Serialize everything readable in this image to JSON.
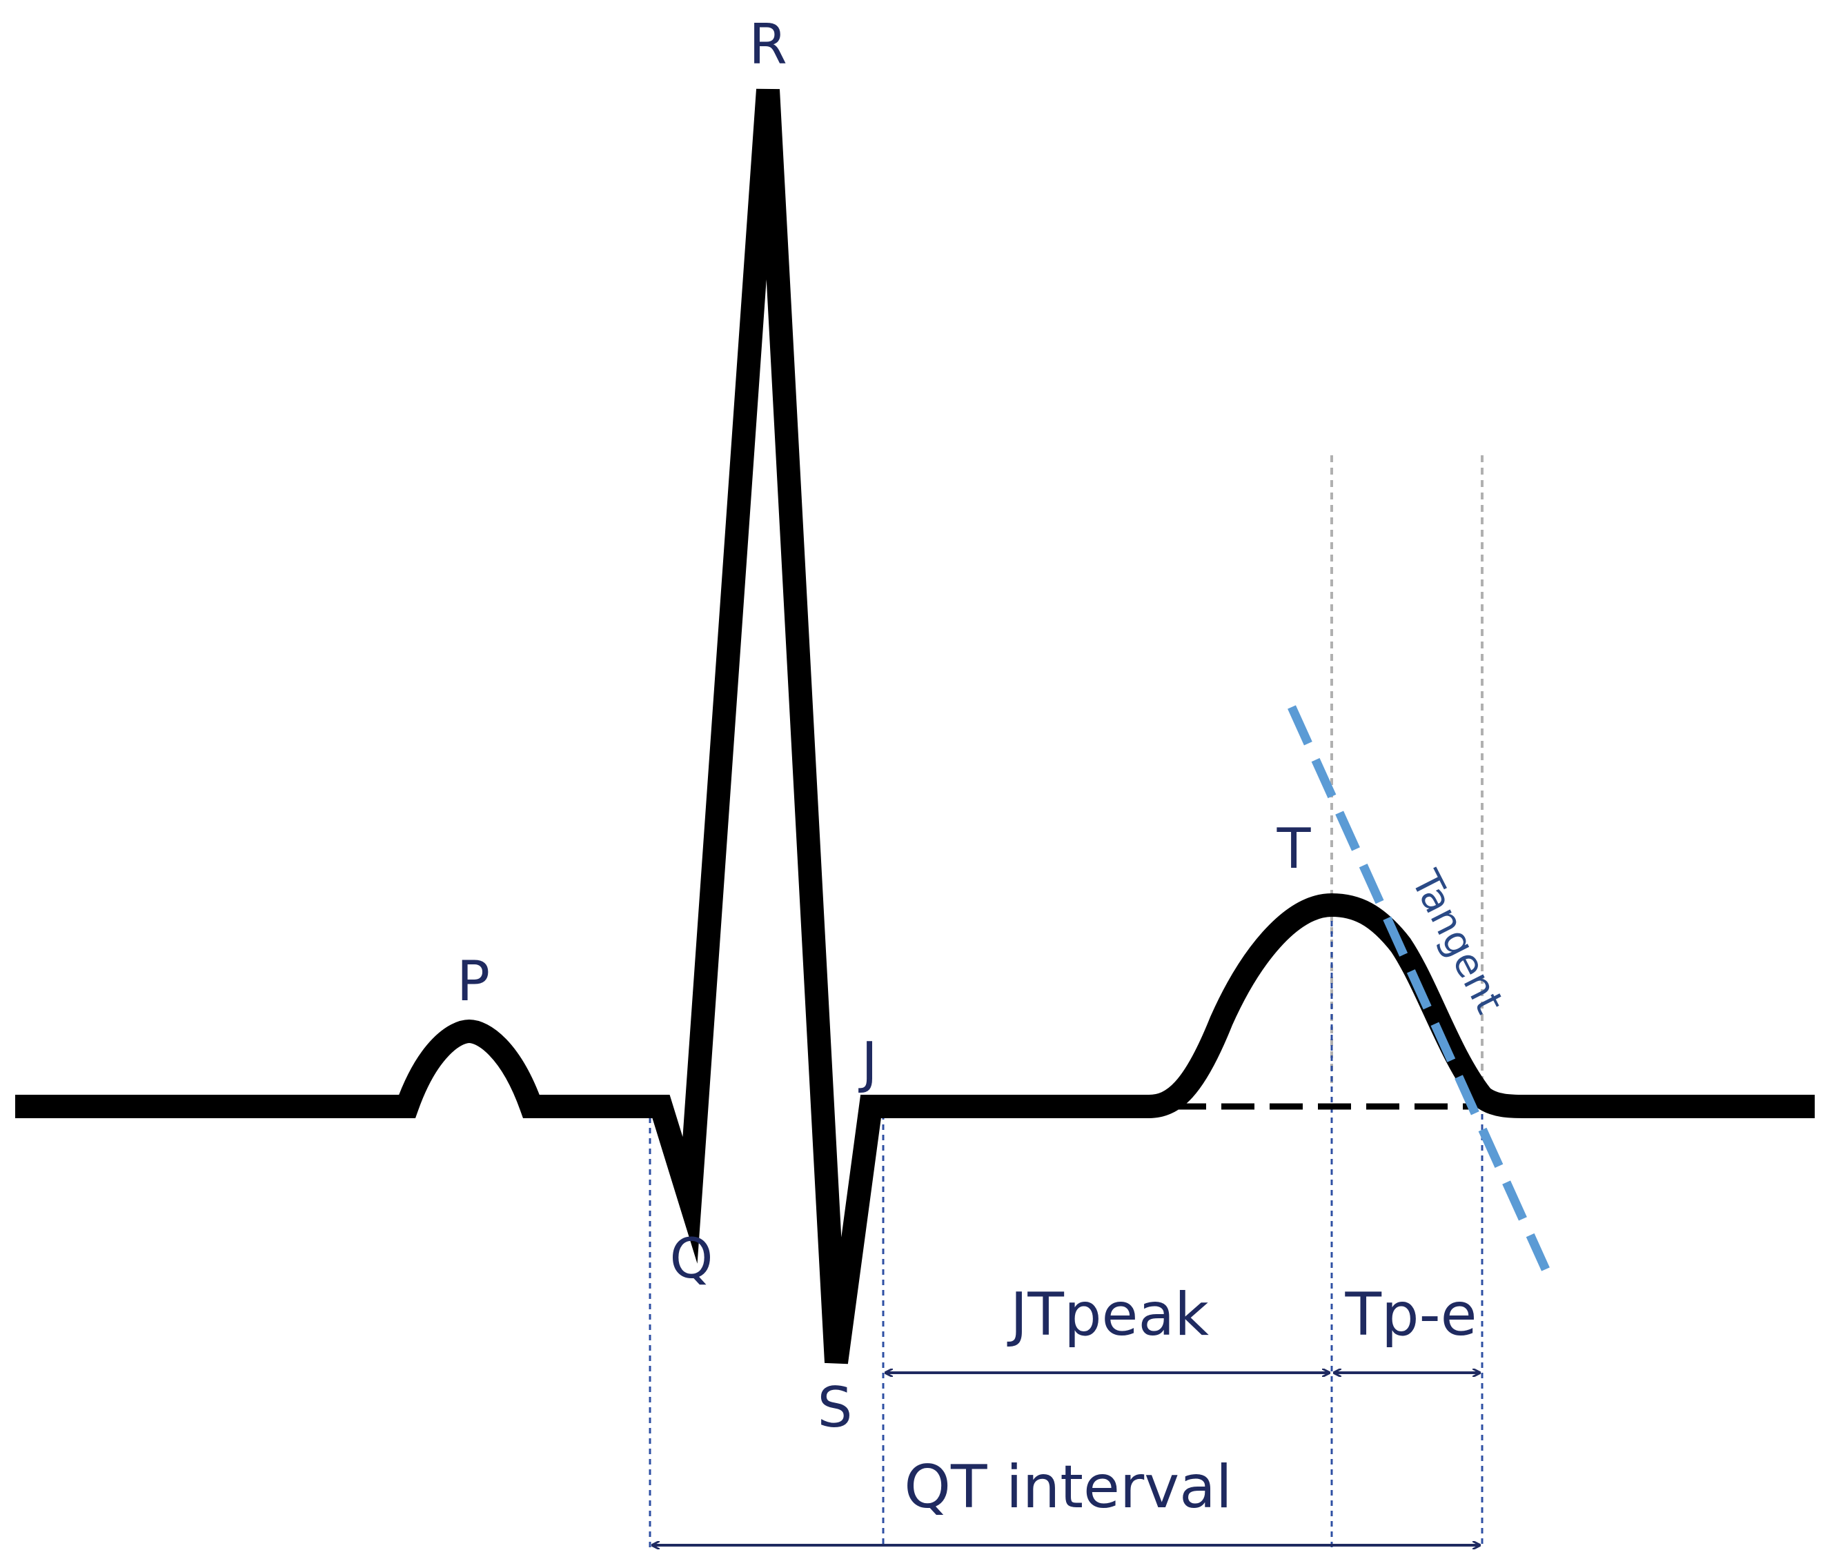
{
  "diagram": {
    "wave_labels": {
      "p": "P",
      "q": "Q",
      "r": "R",
      "s": "S",
      "j": "J",
      "t": "T"
    },
    "tangent_label": "Tangent",
    "intervals": {
      "jtpeak": "JTpeak",
      "tpe": "Tp-e",
      "qt": "QT interval"
    },
    "colors": {
      "trace": "#000000",
      "labels": "#1f2a60",
      "tangent": "#5b9bd5",
      "marker_lines": "#2e4fa3",
      "guide_lines": "#b0b0b0"
    }
  }
}
